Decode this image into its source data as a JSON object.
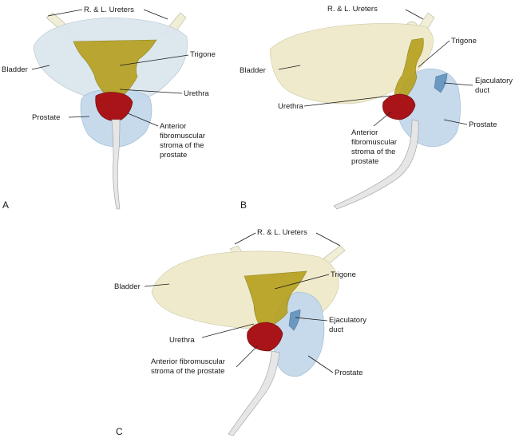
{
  "panels": [
    {
      "id": "A",
      "letter": "A",
      "labels": {
        "ureters": "R. & L. Ureters",
        "bladder": "Bladder",
        "trigone": "Trigone",
        "urethra": "Urethra",
        "prostate": "Prostate",
        "stroma_1": "Anterior",
        "stroma_2": "fibromuscular",
        "stroma_3": "stroma of the",
        "stroma_4": "prostate"
      }
    },
    {
      "id": "B",
      "letter": "B",
      "labels": {
        "ureters": "R. & L. Ureters",
        "bladder": "Bladder",
        "trigone": "Trigone",
        "duct_1": "Ejaculatory",
        "duct_2": "duct",
        "urethra": "Urethra",
        "prostate": "Prostate",
        "stroma_1": "Anterior",
        "stroma_2": "fibromuscular",
        "stroma_3": "stroma of the",
        "stroma_4": "prostate"
      }
    },
    {
      "id": "C",
      "letter": "C",
      "labels": {
        "ureters": "R. & L. Ureters",
        "bladder": "Bladder",
        "trigone": "Trigone",
        "duct_1": "Ejaculatory",
        "duct_2": "duct",
        "urethra": "Urethra",
        "stroma_1": "Anterior fibromuscular",
        "stroma_2": "stroma of the prostate",
        "prostate": "Prostate"
      }
    }
  ]
}
